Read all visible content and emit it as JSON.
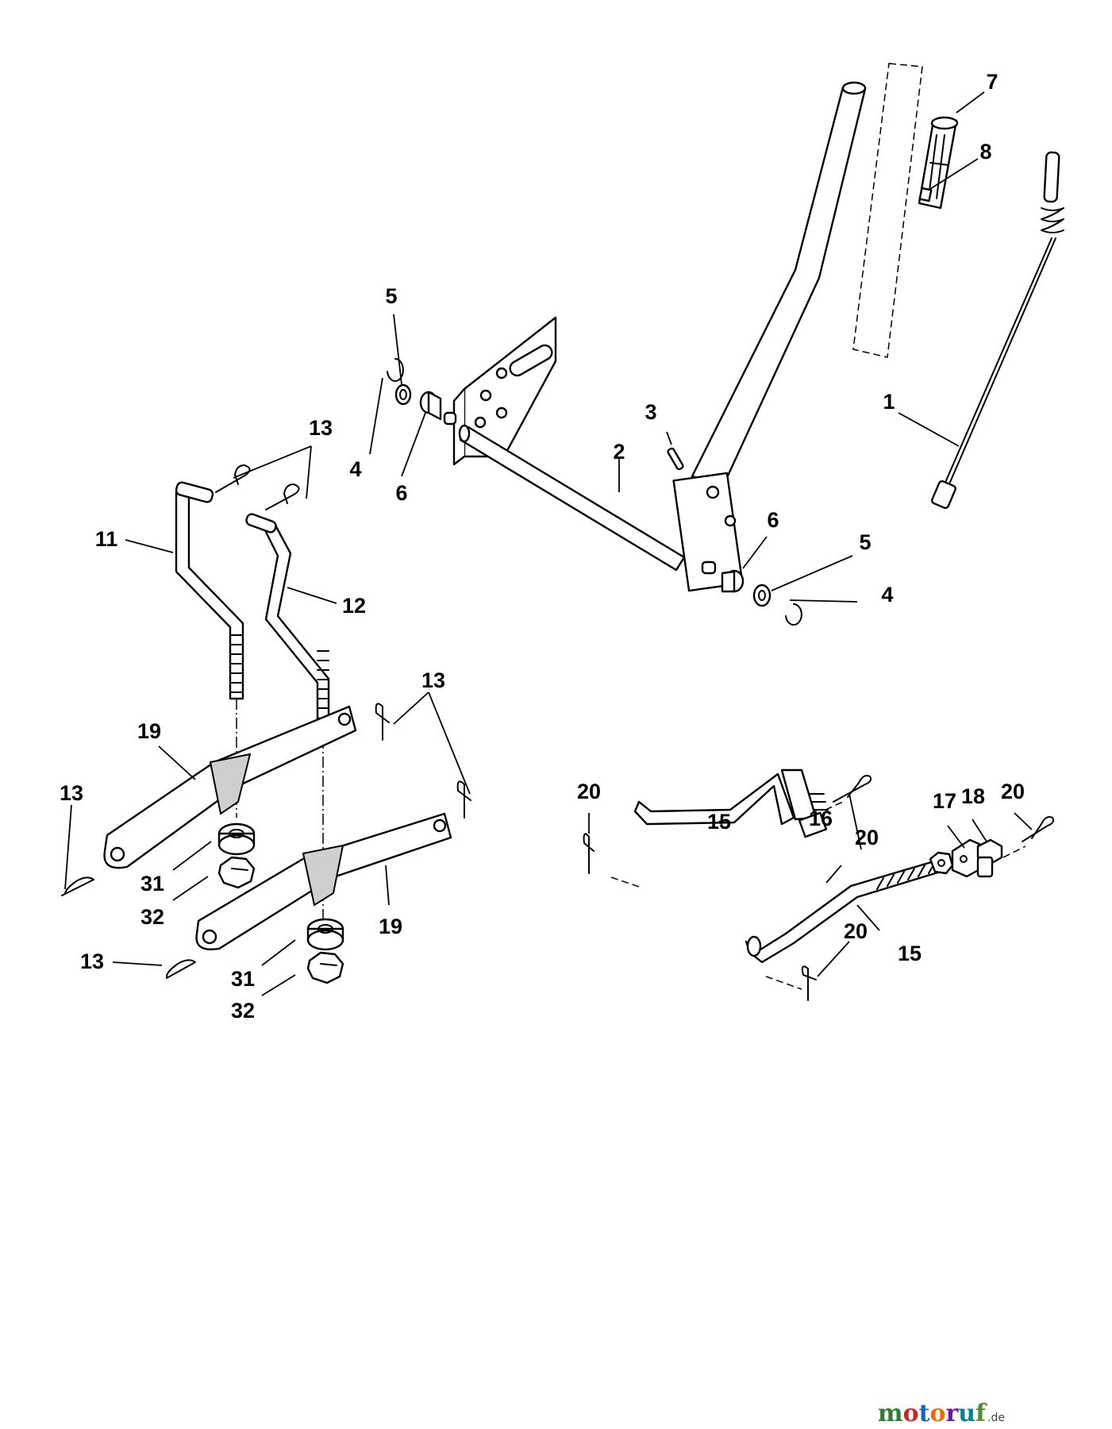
{
  "diagram": {
    "callouts": {
      "c1": "1",
      "c2": "2",
      "c3": "3",
      "c4a": "4",
      "c4b": "4",
      "c5a": "5",
      "c5b": "5",
      "c6a": "6",
      "c6b": "6",
      "c7": "7",
      "c8": "8",
      "c11": "11",
      "c12": "12",
      "c13a": "13",
      "c13b": "13",
      "c13c": "13",
      "c13d": "13",
      "c15a": "15",
      "c15b": "15",
      "c16": "16",
      "c17": "17",
      "c18": "18",
      "c19a": "19",
      "c19b": "19",
      "c20a": "20",
      "c20b": "20",
      "c20c": "20",
      "c20d": "20",
      "c31a": "31",
      "c31b": "31",
      "c32a": "32",
      "c32b": "32"
    }
  },
  "watermark": {
    "letters": [
      "m",
      "o",
      "t",
      "o",
      "r",
      "u",
      "f"
    ],
    "letter_colors": [
      "#2e7d32",
      "#c62828",
      "#1565c0",
      "#ef6c00",
      "#6a1b9a",
      "#00838f",
      "#558b2f"
    ],
    "suffix": ".de"
  }
}
